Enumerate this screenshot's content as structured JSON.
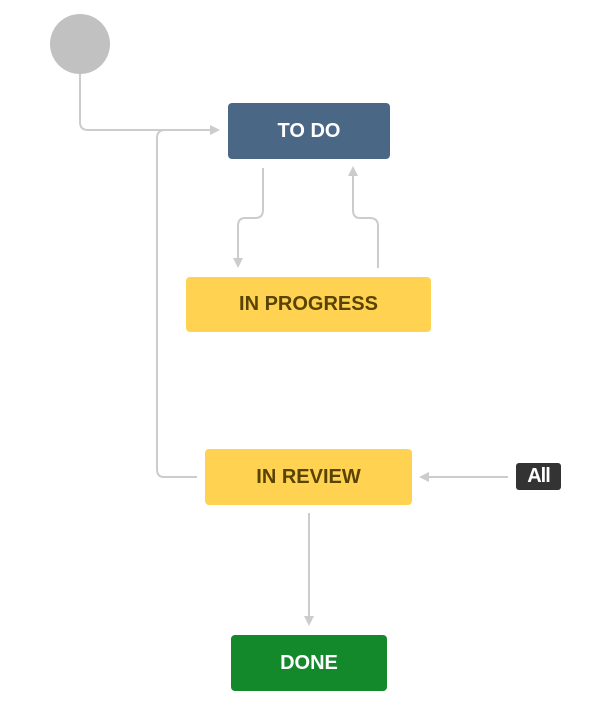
{
  "colors": {
    "connector": "#cccccc",
    "start_node": "#c1c1c1",
    "todo": "#4a6785",
    "in_progress": "#ffd351",
    "in_review": "#ffd351",
    "done": "#14892c",
    "all_badge": "#333333"
  },
  "statuses": {
    "todo": "TO DO",
    "in_progress": "IN PROGRESS",
    "in_review": "IN REVIEW",
    "done": "DONE"
  },
  "global_transition": {
    "label": "All"
  }
}
